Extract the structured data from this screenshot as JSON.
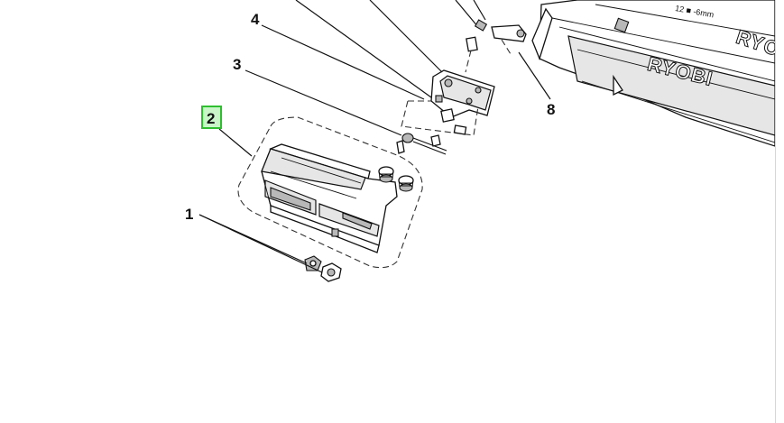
{
  "diagram": {
    "brand_label": "RYOBI",
    "callouts": [
      {
        "id": "1",
        "label": "1"
      },
      {
        "id": "2",
        "label": "2",
        "highlighted": true
      },
      {
        "id": "3",
        "label": "3"
      },
      {
        "id": "4",
        "label": "4"
      },
      {
        "id": "8",
        "label": "8"
      }
    ],
    "highlight_color": "#2fbf2f"
  }
}
